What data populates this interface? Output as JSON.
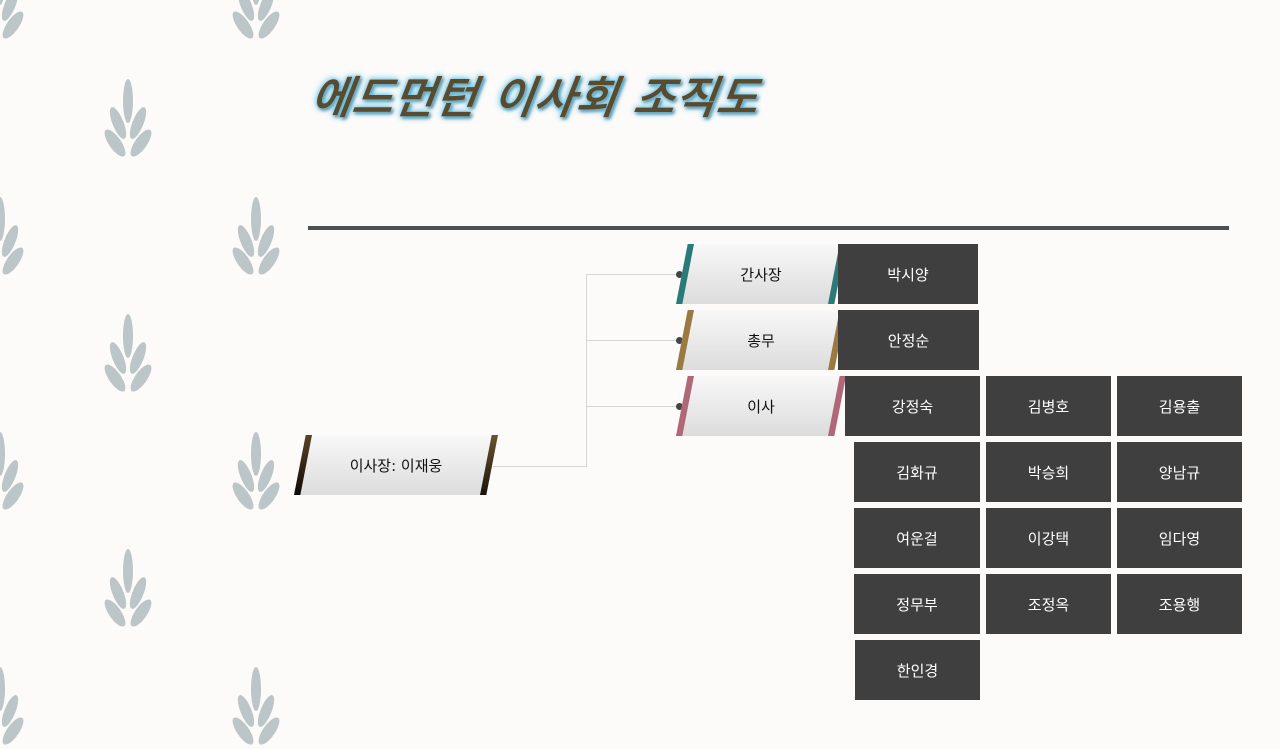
{
  "title": "에드먼턴 이사회 조직도",
  "chairman": {
    "label": "이사장: 이재웅",
    "color": "#3a2a14"
  },
  "positions": [
    {
      "label": "간사장",
      "color": "#2a7a78",
      "members": [
        "박시양"
      ]
    },
    {
      "label": "총무",
      "color": "#9a7a40",
      "members": [
        "안정순"
      ]
    },
    {
      "label": "이사",
      "color": "#b06878",
      "members": [
        "강정숙",
        "김병호",
        "김용출",
        "김화규",
        "박승희",
        "양남규",
        "여운걸",
        "이강택",
        "임다영",
        "정무부",
        "조정옥",
        "조용행",
        "한인경"
      ]
    }
  ],
  "colors": {
    "cell_bg": "#3f3f3f",
    "leaf": "#bcc5c8",
    "title": "#5a4a2e",
    "glow": "#6cc6e6"
  }
}
